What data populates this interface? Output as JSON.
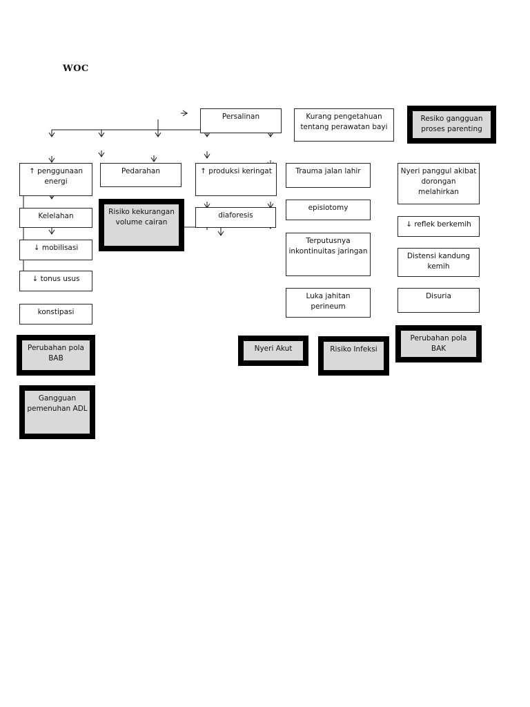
{
  "title": "WOC",
  "boxes": {
    "persalinan": "Persalinan",
    "kurang_pengetahuan": "Kurang pengetahuan tentang perawatan bayi",
    "penggunaan_energi": "↑ penggunaan energi",
    "pedarahan": "Pedarahan",
    "produksi_keringat": "↑ produksi keringat",
    "trauma": "Trauma jalan lahir",
    "nyeri_panggul": "Nyeri panggul akibat dorongan melahirkan",
    "kelelahan": "Kelelahan",
    "diaforesis": "diaforesis",
    "episiotomy": "episiotomy",
    "reflek": "↓ reflek berkemih",
    "mobilisasi": "↓ mobilisasi",
    "terputusnya": "Terputusnya inkontinuitas jaringan",
    "distensi": "Distensi kandung kemih",
    "tonus": "↓ tonus usus",
    "luka": "Luka jahitan perineum",
    "disuria": "Disuria",
    "konstipasi": "konstipasi"
  },
  "diagnoses": {
    "resiko_parenting": "Resiko gangguan proses parenting",
    "risiko_cairan": "Risiko kekurangan volume cairan",
    "perubahan_bab": "Perubahan pola BAB",
    "nyeri_akut": "Nyeri Akut",
    "risiko_infeksi": "Risiko Infeksi",
    "perubahan_bak": "Perubahan pola BAK",
    "gangguan_adl": "Gangguan pemenuhan ADL"
  }
}
